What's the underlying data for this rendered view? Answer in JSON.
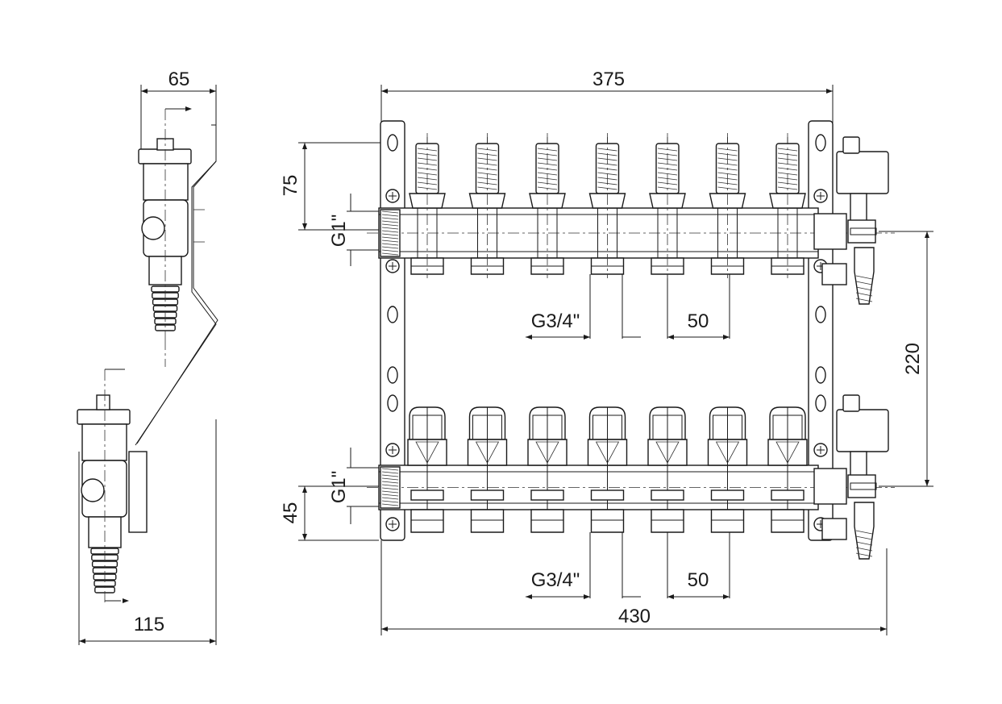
{
  "drawing": {
    "outlets_per_bar": 7,
    "side_view": {
      "depth_top": "65",
      "depth_total": "115"
    },
    "front_view": {
      "bar_length": "375",
      "total_length": "430",
      "bar_spacing": "220",
      "top_bracket_offset": "75",
      "bottom_offset": "45",
      "top_inlet_thread": "G1\"",
      "bottom_inlet_thread": "G1\"",
      "top_outlet_thread": "G3/4\"",
      "bottom_outlet_thread": "G3/4\"",
      "top_outlet_pitch": "50",
      "bottom_outlet_pitch": "50"
    }
  }
}
